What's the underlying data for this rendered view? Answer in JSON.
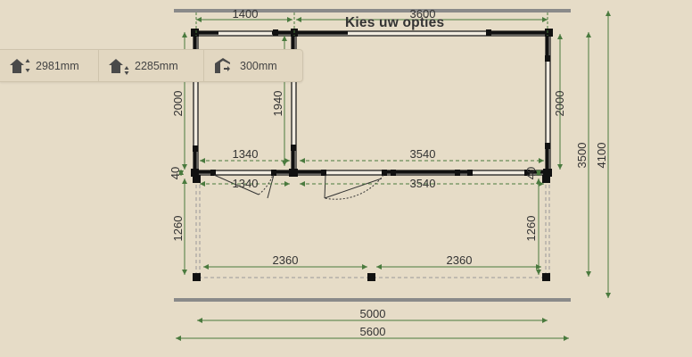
{
  "title": "Kies uw opties",
  "toolbar": {
    "items": [
      {
        "value": "2981mm",
        "icon": "roof-height-up-icon"
      },
      {
        "value": "2285mm",
        "icon": "roof-height-down-icon"
      },
      {
        "value": "300mm",
        "icon": "roof-overhang-icon"
      }
    ]
  },
  "dimensions": {
    "top_left_width": "1400",
    "top_right_width": "3600",
    "left_room_height": "2000",
    "inner_wall_height": "1940",
    "right_room_height": "2000",
    "left_inner_width_upper": "1340",
    "right_inner_width_upper": "3540",
    "left_inner_width_lower": "1340",
    "right_inner_width_lower": "3540",
    "wall_thickness_left": "40",
    "wall_thickness_right": "40",
    "veranda_depth_left": "1260",
    "veranda_depth_right": "1260",
    "veranda_span_left": "2360",
    "veranda_span_right": "2360",
    "building_depth": "3500",
    "total_depth": "4100",
    "building_width": "5000",
    "total_width": "5600"
  },
  "colors": {
    "background": "#e6dcc7",
    "dimension_line": "#4a7a3e",
    "wall": "#111111",
    "roof_edge": "#8a8a8a"
  }
}
